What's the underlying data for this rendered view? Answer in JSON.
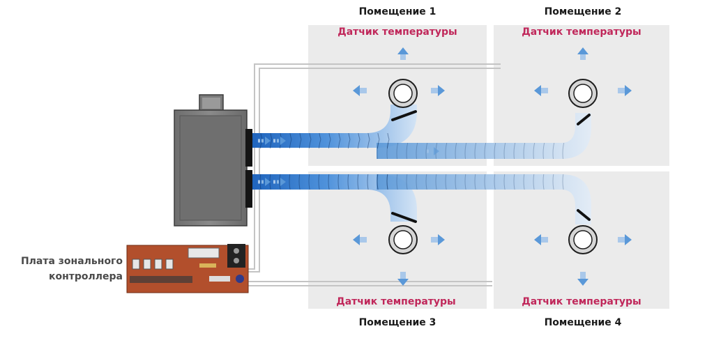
{
  "colors": {
    "sensor_text": "#c0275a",
    "duct_blue": "#2a6fc4",
    "room_bg": "#ebebeb",
    "arrow_blue": "#5a98d8"
  },
  "rooms": [
    {
      "title": "Помещение 1",
      "sensor": "Датчик температуры"
    },
    {
      "title": "Помещение 2",
      "sensor": "Датчик температуры"
    },
    {
      "title": "Помещение 3",
      "sensor": "Датчик температуры"
    },
    {
      "title": "Помещение 4",
      "sensor": "Датчик температуры"
    }
  ],
  "controller": {
    "label_line1": "Плата зонального",
    "label_line2": "контроллера"
  },
  "icons": {
    "unit": "air-handling-unit-icon",
    "board": "circuit-board-icon",
    "damper": "damper-icon",
    "diffuser": "round-diffuser-icon",
    "airflow": "airflow-arrow-icon"
  }
}
